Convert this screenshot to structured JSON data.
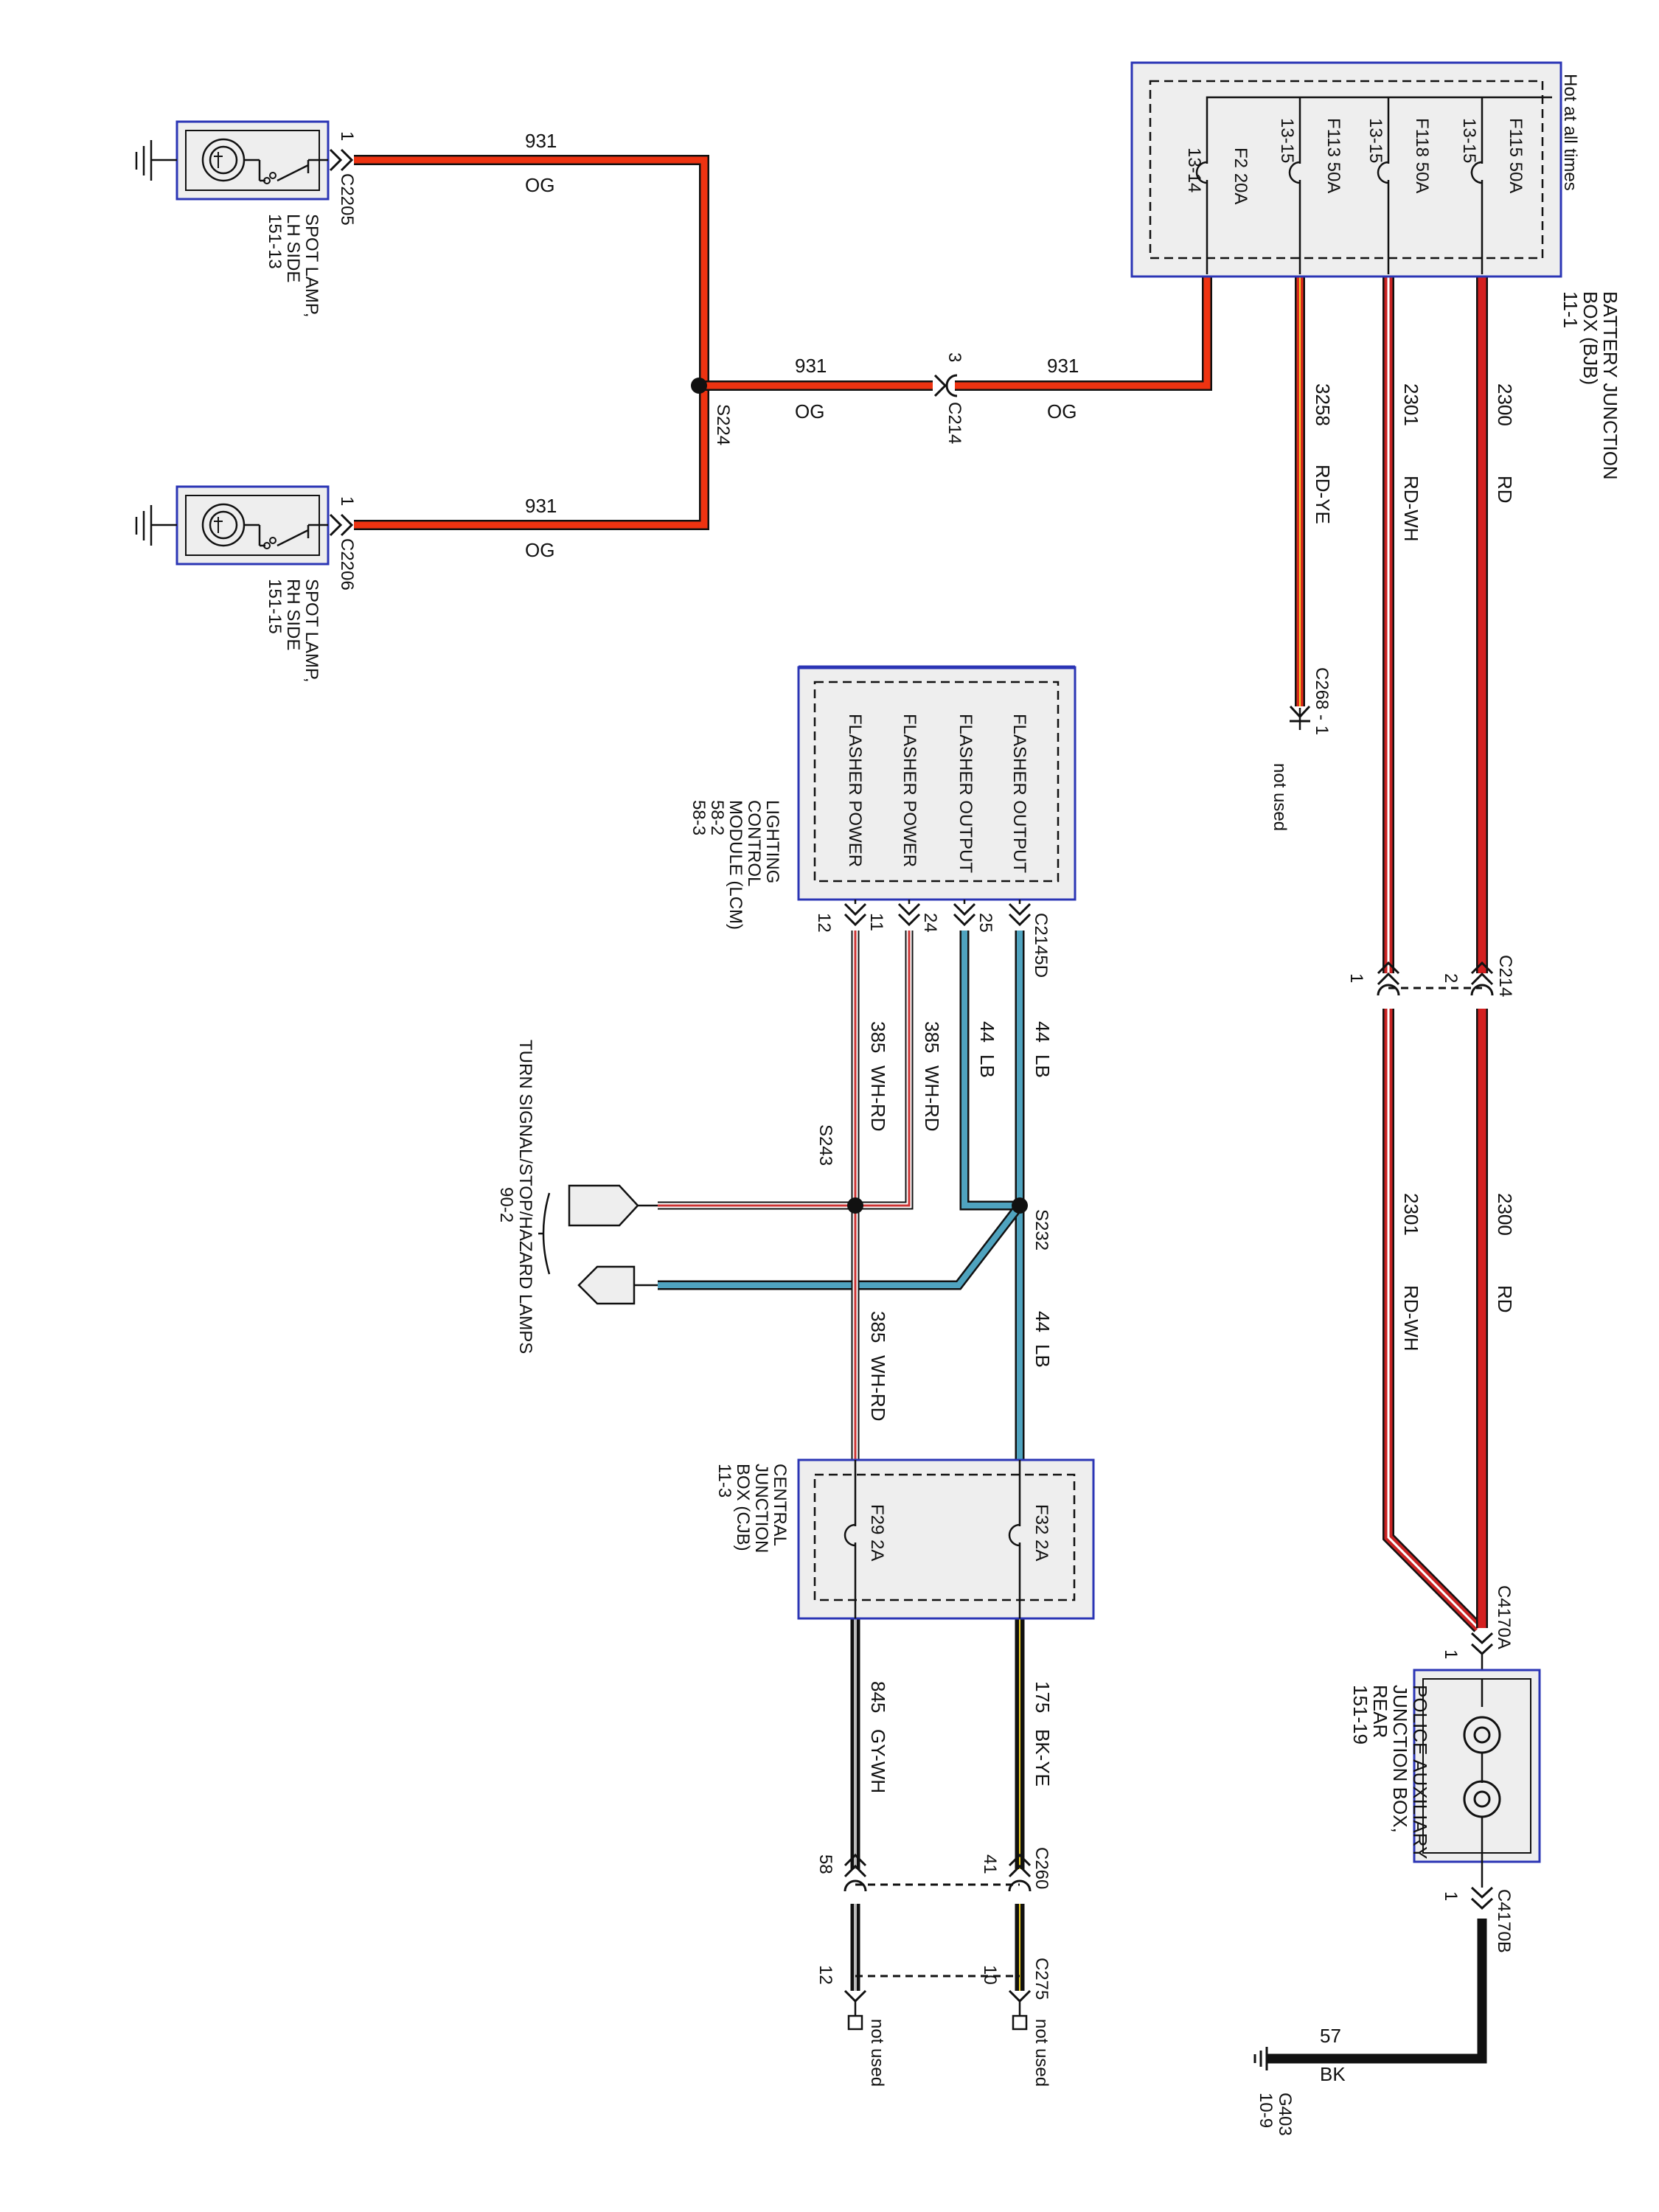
{
  "colors": {
    "OG": "#ee3311",
    "RD": "#d42020",
    "RD-WH": "#c82222",
    "RD-YE": "#dd2a1a",
    "LB": "#4fa3bf",
    "WH-RD": "#cc3333",
    "BK": "#111111",
    "outline": "#2b35b5",
    "box_fill": "#eeeeee"
  },
  "spot_lh": {
    "pin": "1",
    "connector": "C2205",
    "label": [
      "SPOT LAMP,",
      "LH SIDE",
      "151-13"
    ],
    "wire_circuit": "931",
    "wire_color": "OG"
  },
  "spot_rh": {
    "pin": "1",
    "connector": "C2206",
    "label": [
      "SPOT LAMP,",
      "RH SIDE",
      "151-15"
    ],
    "wire_circuit": "931",
    "wire_color": "OG"
  },
  "splice_s224": {
    "label": "S224"
  },
  "c214_inline": {
    "pin": "3",
    "connector": "C214",
    "left_circuit": "931",
    "left_color": "OG",
    "right_circuit": "931",
    "right_color": "OG"
  },
  "bjb": {
    "hot_label": "Hot at all times",
    "label": [
      "BATTERY JUNCTION",
      "BOX (BJB)",
      "11-1"
    ],
    "fuses": [
      {
        "name": "F115",
        "rating": "50A",
        "ref": "13-15"
      },
      {
        "name": "F118",
        "rating": "50A",
        "ref": "13-15"
      },
      {
        "name": "F113",
        "rating": "50A",
        "ref": "13-15"
      },
      {
        "name": "F2",
        "rating": "20A",
        "ref": "13-14"
      }
    ]
  },
  "wire_2300": {
    "circuit": "2300",
    "color": "RD"
  },
  "wire_2301": {
    "circuit": "2301",
    "color": "RD-WH"
  },
  "wire_3258": {
    "circuit": "3258",
    "color": "RD-YE"
  },
  "c268": {
    "label": "C268 - 1",
    "note": "not used"
  },
  "c214_lower": {
    "connector": "C214",
    "pin_a": "2",
    "pin_b": "1"
  },
  "c4170a": {
    "connector": "C4170A",
    "pin": "1"
  },
  "c4170b": {
    "connector": "C4170B",
    "pin": "1"
  },
  "pajb": {
    "label": [
      "POLICE AUXILIARY",
      "JUNCTION BOX,",
      "REAR",
      "151-19"
    ]
  },
  "ground": {
    "circuit": "57",
    "color": "BK",
    "label": "G403",
    "ref": "10-9"
  },
  "lcm": {
    "label": [
      "LIGHTING",
      "CONTROL",
      "MODULE (LCM)",
      "58-2",
      "58-3"
    ],
    "connector": "C2145D",
    "pins": [
      {
        "func": "FLASHER OUTPUT",
        "pin": ""
      },
      {
        "func": "FLASHER OUTPUT",
        "pin": "25"
      },
      {
        "func": "FLASHER POWER",
        "pin": "24"
      },
      {
        "func": "FLASHER POWER",
        "pin": "11"
      }
    ],
    "pin_12": "12"
  },
  "wire_44": {
    "circuit": "44",
    "color": "LB"
  },
  "wire_385": {
    "circuit": "385",
    "color": "WH-RD"
  },
  "splice_s232": {
    "label": "S232"
  },
  "splice_s243": {
    "label": "S243"
  },
  "turn_lamps": {
    "label": [
      "TURN SIGNAL/STOP/HAZARD LAMPS",
      "90-2"
    ]
  },
  "cjb": {
    "label": [
      "CENTRAL",
      "JUNCTION",
      "BOX (CJB)",
      "11-3"
    ],
    "fuses": [
      {
        "name": "F32",
        "rating": "2A"
      },
      {
        "name": "F29",
        "rating": "2A"
      }
    ]
  },
  "wire_175": {
    "circuit": "175",
    "color": "BK-YE"
  },
  "wire_845": {
    "circuit": "845",
    "color": "GY-WH"
  },
  "c260": {
    "connector": "C260",
    "pin_a": "41",
    "pin_b": "58"
  },
  "c275": {
    "connector": "C275",
    "pin_a": "10",
    "pin_b": "12",
    "note_a": "not used",
    "note_b": "not used"
  }
}
